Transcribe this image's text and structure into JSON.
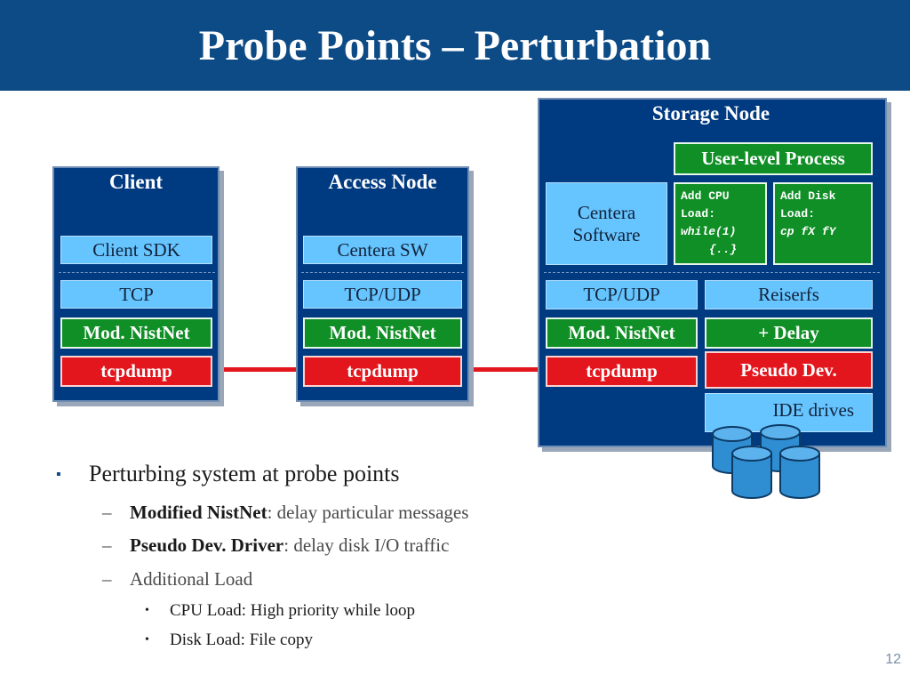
{
  "title": "Probe Points – Perturbation",
  "client": {
    "label": "Client",
    "sdk": "Client SDK",
    "tcp": "TCP",
    "nistnet": "Mod. NistNet",
    "tcpdump": "tcpdump"
  },
  "access_node": {
    "label": "Access Node",
    "sw": "Centera SW",
    "tcp": "TCP/UDP",
    "nistnet": "Mod. NistNet",
    "tcpdump": "tcpdump"
  },
  "storage_node": {
    "label": "Storage Node",
    "user_process": "User-level Process",
    "centera_line1": "Centera",
    "centera_line2": "Software",
    "cpu_load": [
      "Add CPU",
      "Load:",
      "while(1)",
      "{..}"
    ],
    "disk_load": [
      "Add Disk",
      "Load:",
      "cp fX fY"
    ],
    "tcp": "TCP/UDP",
    "reiserfs": "Reiserfs",
    "nistnet": "Mod. NistNet",
    "delay": "+ Delay",
    "tcpdump": "tcpdump",
    "pseudo": "Pseudo Dev.",
    "ide": "IDE drives"
  },
  "bullets": {
    "main": "Perturbing system at probe points",
    "marker": "▪",
    "dash": "–",
    "dot": "•",
    "item1_bold": "Modified NistNet",
    "item1_rest": ": delay particular messages",
    "item2_bold": "Pseudo Dev. Driver",
    "item2_rest": ": delay disk I/O traffic",
    "item3": "Additional Load",
    "sub1": "CPU Load: High priority while loop",
    "sub2": "Disk Load: File copy"
  },
  "page_number": "12"
}
